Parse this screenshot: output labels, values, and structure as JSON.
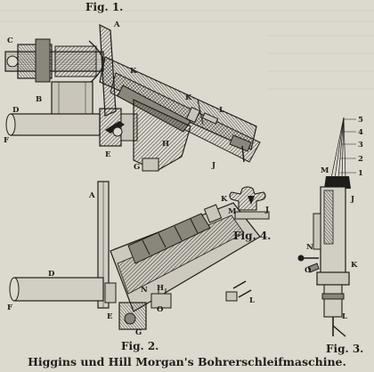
{
  "figures": {
    "fig1": {
      "title": "Fig. 1.",
      "labels": {
        "A": "A",
        "K": "K",
        "C": "C",
        "B": "B",
        "D": "D",
        "F": "F",
        "E": "E",
        "G": "G",
        "H": "H",
        "J": "J",
        "K2": "K",
        "L": "L"
      }
    },
    "fig2": {
      "title": "Fig. 2.",
      "labels": {
        "A": "A",
        "D": "D",
        "F": "F",
        "E": "E",
        "G": "G",
        "N": "N",
        "H": "H",
        "O": "O",
        "K": "K",
        "L": "L"
      }
    },
    "fig3": {
      "title": "Fig. 3.",
      "labels": {
        "n5": "5",
        "n4": "4",
        "n3": "3",
        "n2": "2",
        "n1": "1",
        "M": "M",
        "J": "J",
        "N": "N",
        "O": "O",
        "K": "K",
        "L": "L"
      }
    },
    "fig4": {
      "title": "Fig. 4.",
      "labels": {
        "M": "M",
        "J": "J"
      }
    }
  },
  "caption": "Higgins und Hill Morgan's Bohrerschleifmaschine.",
  "colors": {
    "paper": "#dcd9cf",
    "ink": "#1e1d1a",
    "shade": "#8a867c"
  }
}
